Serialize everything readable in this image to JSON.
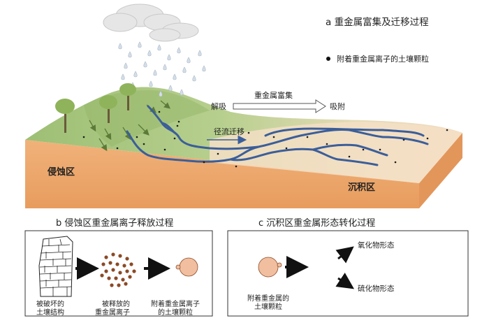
{
  "panel_a": {
    "title": "a  重金属富集及迁移过程",
    "legend_dot_label": "附着重金属离子的土壤颗粒",
    "label_desorption": "解吸",
    "label_enrichment": "重金属富集",
    "label_adsorption": "吸附",
    "label_runoff": "径流迁移",
    "label_erosion_zone": "侵蚀区",
    "label_deposition_zone": "沉积区"
  },
  "panel_b": {
    "title": "b  侵蚀区重金属离子释放过程",
    "caption_1_line1": "被破坏的",
    "caption_1_line2": "土壤结构",
    "caption_2_line1": "被释放的",
    "caption_2_line2": "重金属离子",
    "caption_3_line1": "附着重金属离子",
    "caption_3_line2": "的土壤颗粒"
  },
  "panel_c": {
    "title": "c  沉积区重金属形态转化过程",
    "caption_particle_line1": "附着重金属的",
    "caption_particle_line2": "土壤颗粒",
    "label_oxide": "氧化物形态",
    "label_sulfide": "硫化物形态"
  },
  "colors": {
    "soil_front": "#e9a468",
    "soil_top": "#f1d6b4",
    "hill_green": "#a9c582",
    "river_blue": "#3b5e9a",
    "particle_brown": "#8b4a26",
    "cloud_gray": "#e4e4e4"
  }
}
